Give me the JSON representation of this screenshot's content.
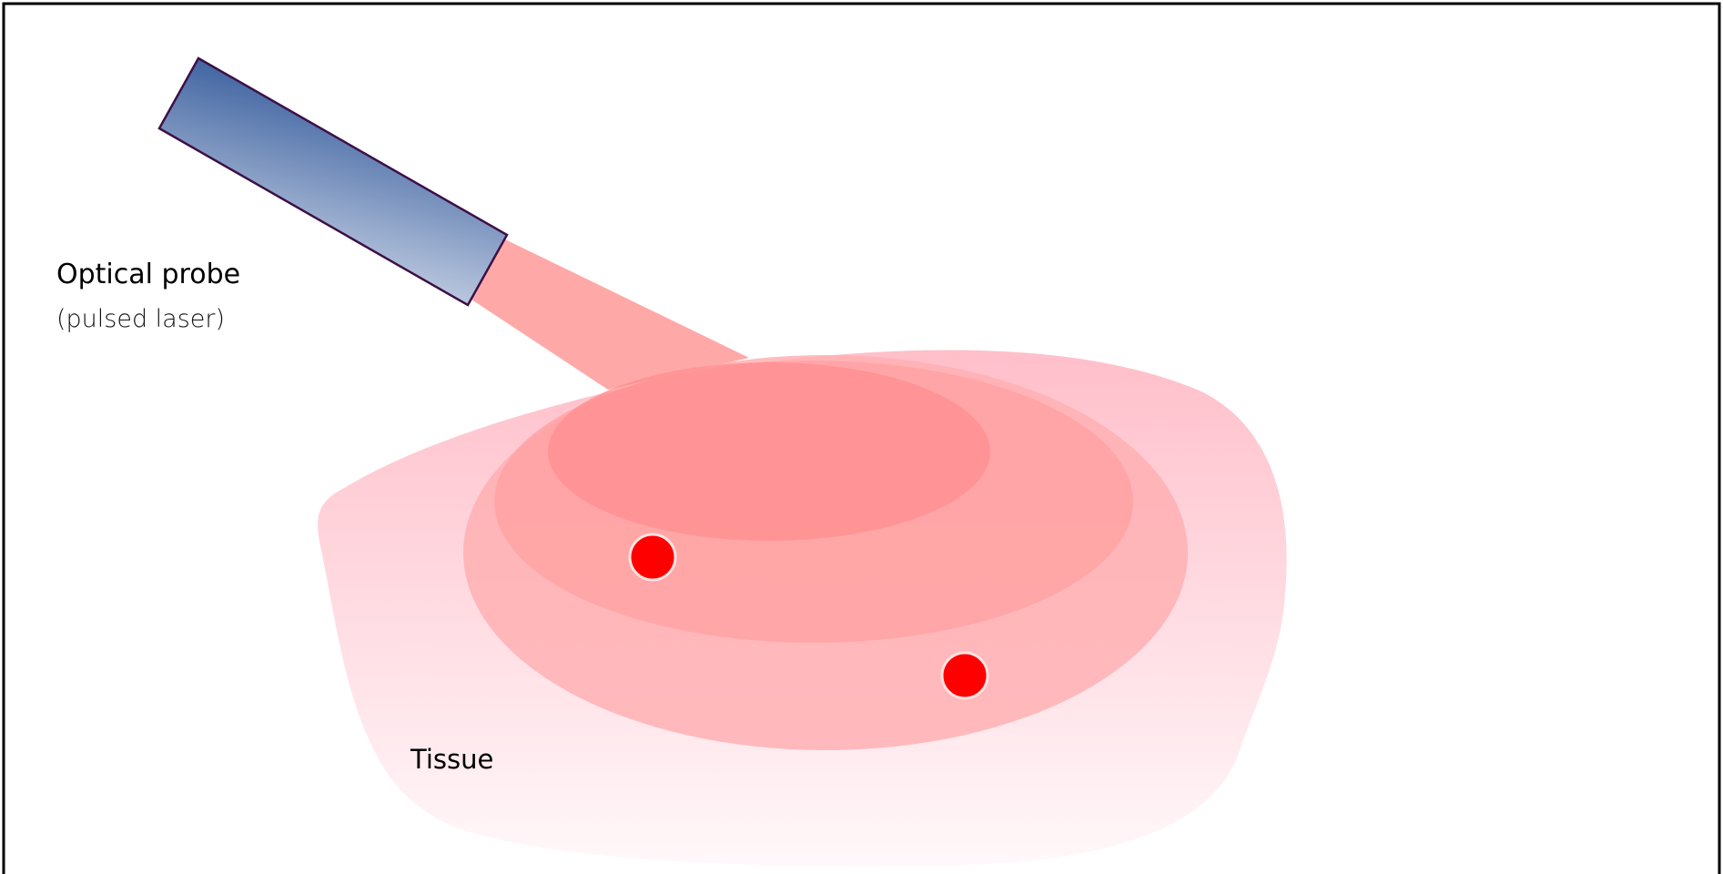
{
  "labels": {
    "probe_title": "Optical probe",
    "probe_subtitle": "(pulsed laser)",
    "tissue": "Tissue"
  },
  "colors": {
    "frame": "#000000",
    "probe_top": "#3a5f9e",
    "probe_bottom": "#f2f5fa",
    "probe_outline": "#3d1046",
    "beam": "#ffa3a3",
    "tissue_top": "#ffbfca",
    "tissue_bottom": "#fff8fa",
    "zone_outer": "#ffb0b3",
    "zone_middle": "#ffa0a2",
    "zone_inner": "#ff8e8f",
    "absorber": "#ff0000",
    "absorber_outline": "#ffe2e2"
  }
}
